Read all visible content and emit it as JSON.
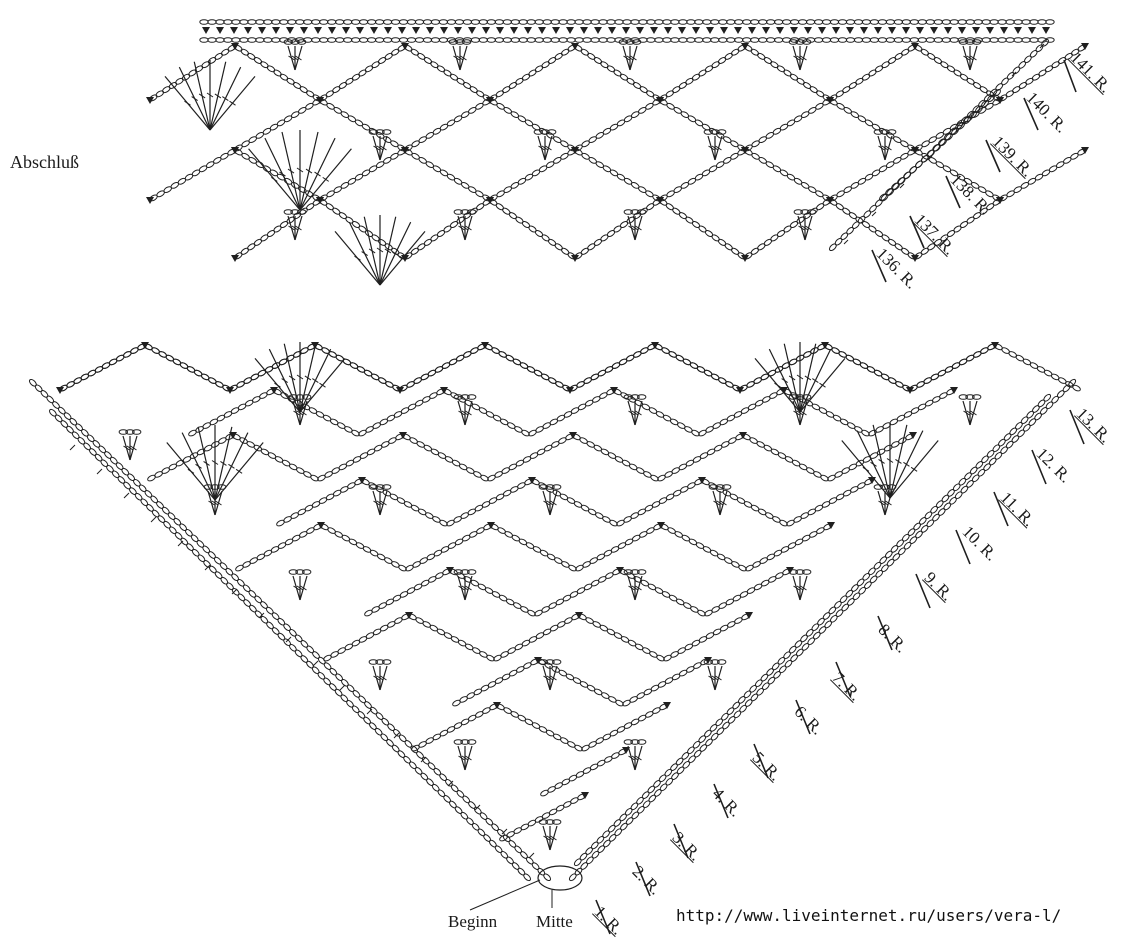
{
  "colors": {
    "ink": "#1f1f1f",
    "background": "#ffffff"
  },
  "labels": {
    "abschluss": "Abschluß",
    "beginn": "Beginn",
    "mitte": "Mitte",
    "url": "http://www.liveinternet.ru/users/vera-l/"
  },
  "top_rows": [
    "141. R.",
    "140. R.",
    "139. R.",
    "138. R.",
    "137. R.",
    "136. R."
  ],
  "bottom_rows": [
    "13. R.",
    "12. R.",
    "11. R.",
    "10. R.",
    "9. R.",
    "8. R.",
    "7. R.",
    "6. R.",
    "5. R.",
    "4. R.",
    "3. R.",
    "2. R.",
    "1. R."
  ]
}
